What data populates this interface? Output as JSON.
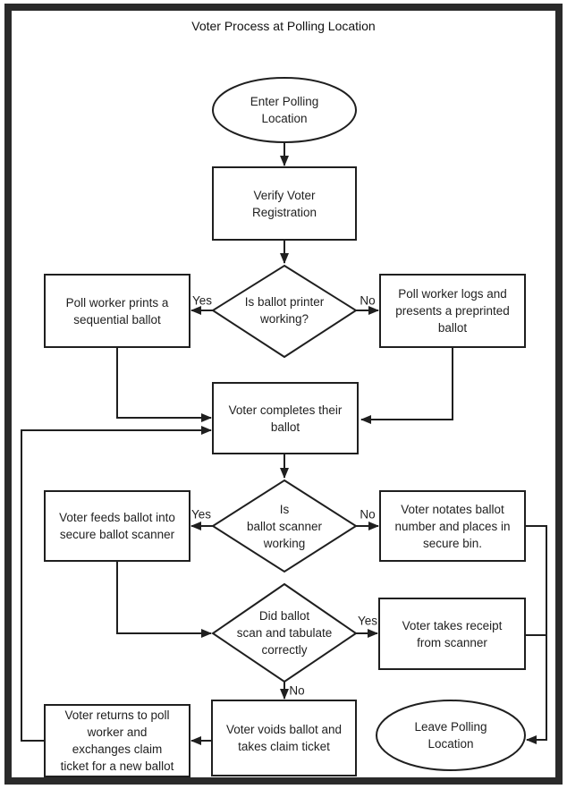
{
  "diagram": {
    "title": "Voter Process at Polling Location",
    "type": "flowchart",
    "colors": {
      "line": "#1f1f1f",
      "node_fill": "#ffffff",
      "frame": "#2a2a2a",
      "background": "#ffffff"
    },
    "nodes": {
      "start": {
        "shape": "terminator",
        "label": "Enter Polling\nLocation"
      },
      "verify_registration": {
        "shape": "process",
        "label": "Verify Voter\nRegistration"
      },
      "printer_working": {
        "shape": "decision",
        "label": "Is ballot printer\nworking?"
      },
      "print_sequential": {
        "shape": "process",
        "label": "Poll worker prints a\nsequential ballot"
      },
      "preprinted_ballot": {
        "shape": "process",
        "label": "Poll worker logs and\npresents a preprinted\nballot"
      },
      "complete_ballot": {
        "shape": "process",
        "label": "Voter completes their\nballot"
      },
      "scanner_working": {
        "shape": "decision",
        "label": "Is\nballot scanner\nworking"
      },
      "feed_scanner": {
        "shape": "process",
        "label": "Voter feeds ballot into\nsecure ballot scanner"
      },
      "notate_ballot": {
        "shape": "process",
        "label": "Voter notates ballot\nnumber and places in\nsecure bin."
      },
      "scan_correct": {
        "shape": "decision",
        "label": "Did ballot\nscan and tabulate\ncorrectly"
      },
      "take_receipt": {
        "shape": "process",
        "label": "Voter takes receipt\nfrom scanner"
      },
      "void_ballot": {
        "shape": "process",
        "label": "Voter voids ballot and\ntakes claim ticket"
      },
      "return_poll_worker": {
        "shape": "process",
        "label": "Voter returns to poll\nworker and\nexchanges claim\nticket for a new ballot"
      },
      "end": {
        "shape": "terminator",
        "label": "Leave Polling\nLocation"
      }
    },
    "edges": [
      {
        "from": "start",
        "to": "verify_registration",
        "label": ""
      },
      {
        "from": "verify_registration",
        "to": "printer_working",
        "label": ""
      },
      {
        "from": "printer_working",
        "to": "print_sequential",
        "label": "Yes"
      },
      {
        "from": "printer_working",
        "to": "preprinted_ballot",
        "label": "No"
      },
      {
        "from": "print_sequential",
        "to": "complete_ballot",
        "label": ""
      },
      {
        "from": "preprinted_ballot",
        "to": "complete_ballot",
        "label": ""
      },
      {
        "from": "complete_ballot",
        "to": "scanner_working",
        "label": ""
      },
      {
        "from": "scanner_working",
        "to": "feed_scanner",
        "label": "Yes"
      },
      {
        "from": "scanner_working",
        "to": "notate_ballot",
        "label": "No"
      },
      {
        "from": "feed_scanner",
        "to": "scan_correct",
        "label": ""
      },
      {
        "from": "scan_correct",
        "to": "take_receipt",
        "label": "Yes"
      },
      {
        "from": "scan_correct",
        "to": "void_ballot",
        "label": "No"
      },
      {
        "from": "void_ballot",
        "to": "return_poll_worker",
        "label": ""
      },
      {
        "from": "return_poll_worker",
        "to": "complete_ballot",
        "label": ""
      },
      {
        "from": "notate_ballot",
        "to": "end",
        "label": ""
      },
      {
        "from": "take_receipt",
        "to": "end",
        "label": ""
      }
    ]
  }
}
